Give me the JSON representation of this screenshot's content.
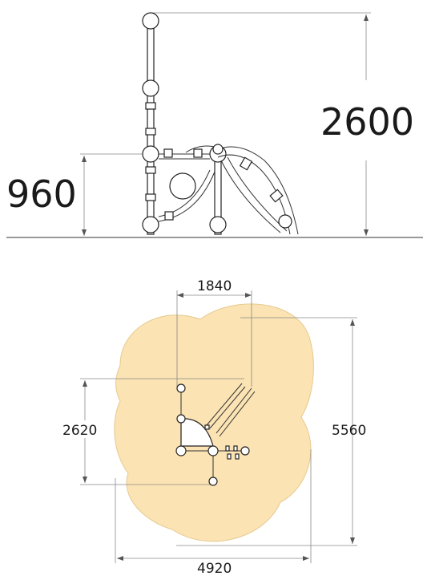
{
  "side_view": {
    "height_total": "2600",
    "platform_height": "960"
  },
  "plan_view": {
    "top_width": "1840",
    "left_depth": "2620",
    "right_depth": "5560",
    "bottom_width": "4920"
  },
  "colors": {
    "safety_zone": "#fbe3b3",
    "safety_zone_stroke": "#e6c98f",
    "lines": "#333333"
  }
}
